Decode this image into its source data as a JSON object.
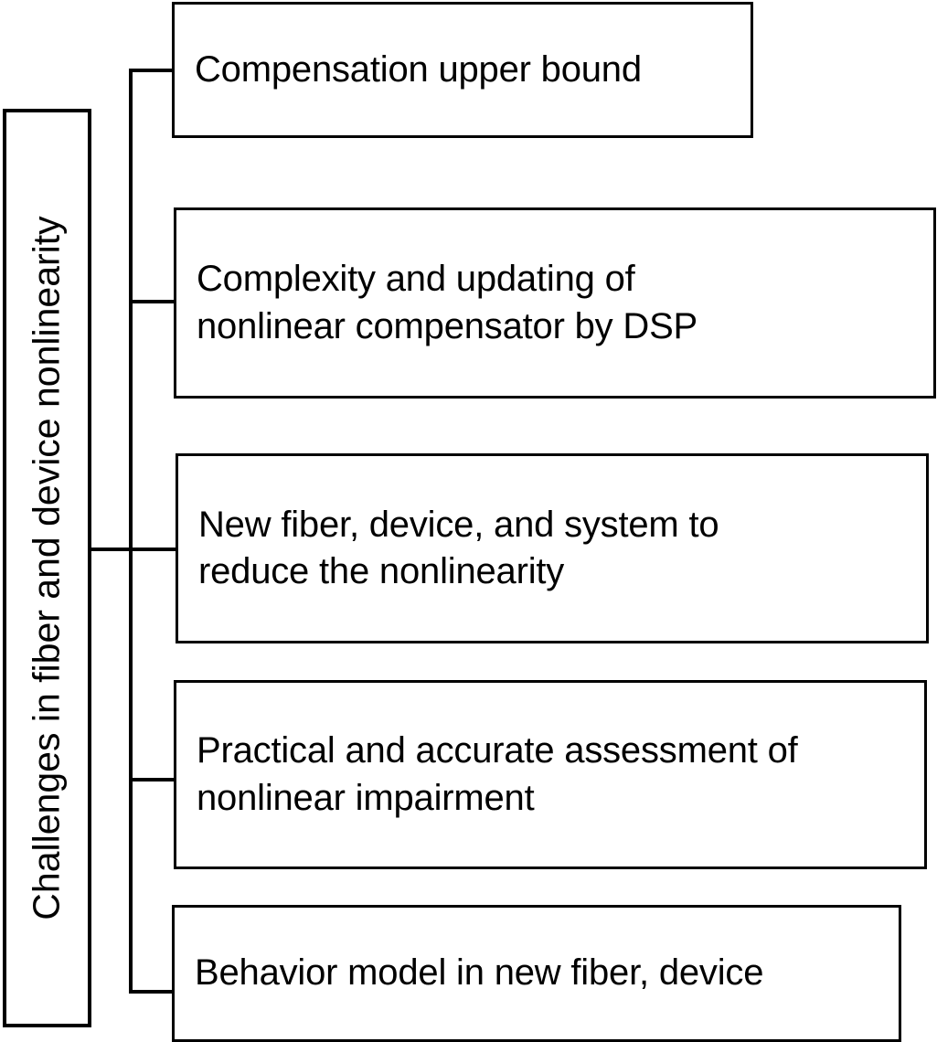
{
  "diagram": {
    "type": "horizontal-tree",
    "orientation": "left-root-right-leaves",
    "colors": {
      "background": "#ffffff",
      "stroke": "#000000",
      "text": "#000000",
      "fill": "#ffffff"
    },
    "root": {
      "label": "Challenges in fiber and device nonlinearity",
      "text_rotation": "-90deg"
    },
    "branches": [
      {
        "id": 1,
        "label": "Compensation upper bound",
        "lines": 1
      },
      {
        "id": 2,
        "label": "Complexity and updating of\nnonlinear compensator by DSP",
        "lines": 2
      },
      {
        "id": 3,
        "label": "New fiber, device, and system to\nreduce the nonlinearity",
        "lines": 2
      },
      {
        "id": 4,
        "label": "Practical and accurate assessment of\nnonlinear impairment",
        "lines": 2
      },
      {
        "id": 5,
        "label": "Behavior model in new fiber, device",
        "lines": 1
      }
    ]
  }
}
